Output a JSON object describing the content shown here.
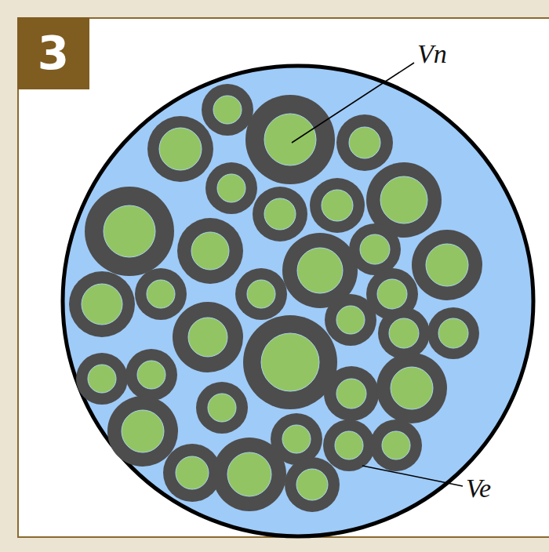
{
  "diagram": {
    "nodes": [
      {
        "text": [
          "3"
        ]
      }
    ],
    "labels": [
      "Vn",
      "Ve"
    ]
  }
}
